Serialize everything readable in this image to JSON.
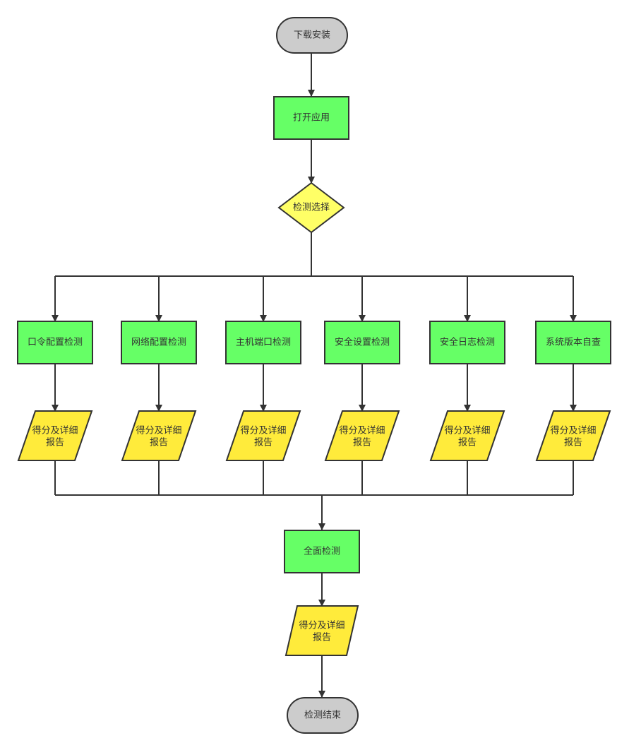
{
  "colors": {
    "terminal_fill": "#cccccc",
    "process_fill": "#66ff66",
    "decision_fill": "#ffff66",
    "io_fill": "#ffeb3b",
    "stroke": "#333333"
  },
  "start": {
    "label": "下载安装"
  },
  "open_app": {
    "label": "打开应用"
  },
  "decision": {
    "label": "检测选择"
  },
  "checks": [
    {
      "label": "口令配置检测",
      "report_line1": "得分及详细",
      "report_line2": "报告"
    },
    {
      "label": "网络配置检测",
      "report_line1": "得分及详细",
      "report_line2": "报告"
    },
    {
      "label": "主机端口检测",
      "report_line1": "得分及详细",
      "report_line2": "报告"
    },
    {
      "label": "安全设置检测",
      "report_line1": "得分及详细",
      "report_line2": "报告"
    },
    {
      "label": "安全日志检测",
      "report_line1": "得分及详细",
      "report_line2": "报告"
    },
    {
      "label": "系统版本自查",
      "report_line1": "得分及详细",
      "report_line2": "报告"
    }
  ],
  "full_check": {
    "label": "全面检测"
  },
  "final_report": {
    "line1": "得分及详细",
    "line2": "报告"
  },
  "end": {
    "label": "检测结束"
  }
}
